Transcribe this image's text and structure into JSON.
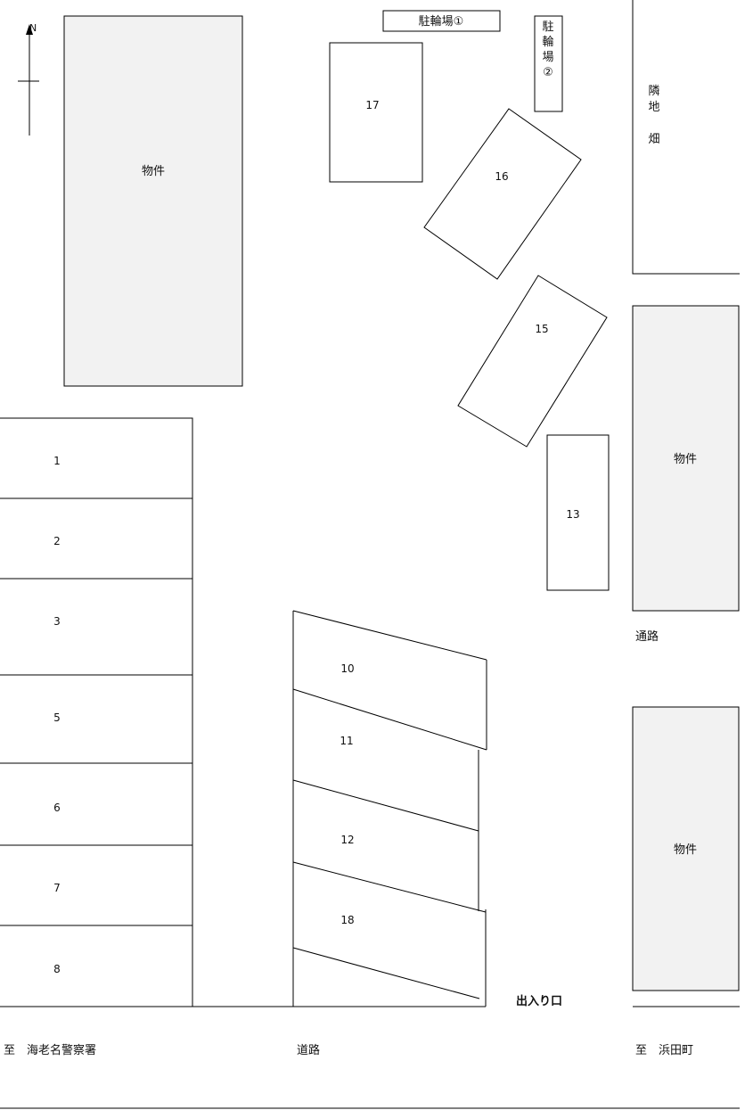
{
  "compass": {
    "label": "N"
  },
  "buildings": {
    "main": "物件",
    "east_upper": "物件",
    "east_lower": "物件"
  },
  "bicycle_parking": {
    "one": "駐輪場①",
    "two": [
      "駐",
      "輪",
      "場",
      "②"
    ]
  },
  "neighbor": [
    "隣",
    "地",
    "畑"
  ],
  "passage": "通路",
  "entrance": "出入り口",
  "road": {
    "label": "道路",
    "to_west": "至　海老名警察署",
    "to_east": "至　浜田町"
  },
  "spaces": {
    "s1": "1",
    "s2": "2",
    "s3": "3",
    "s5": "5",
    "s6": "6",
    "s7": "7",
    "s8": "8",
    "s10": "10",
    "s11": "11",
    "s12": "12",
    "s18": "18",
    "s13": "13",
    "s15": "15",
    "s16": "16",
    "s17": "17"
  }
}
